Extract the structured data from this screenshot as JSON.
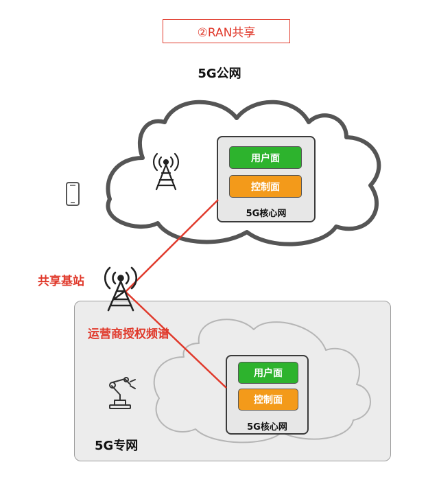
{
  "title": "②RAN共享",
  "public_network": {
    "label": "5G公网",
    "core": {
      "user_plane": "用户面",
      "control_plane": "控制面",
      "label": "5G核心网"
    }
  },
  "shared_base_station": {
    "label": "共享基站",
    "spectrum_label": "运营商授权频谱"
  },
  "private_network": {
    "label": "5G专网",
    "core": {
      "user_plane": "用户面",
      "control_plane": "控制面",
      "label": "5G核心网"
    }
  },
  "colors": {
    "accent_red": "#e0392b",
    "user_plane_green": "#2db32d",
    "control_plane_orange": "#f39a1a"
  }
}
